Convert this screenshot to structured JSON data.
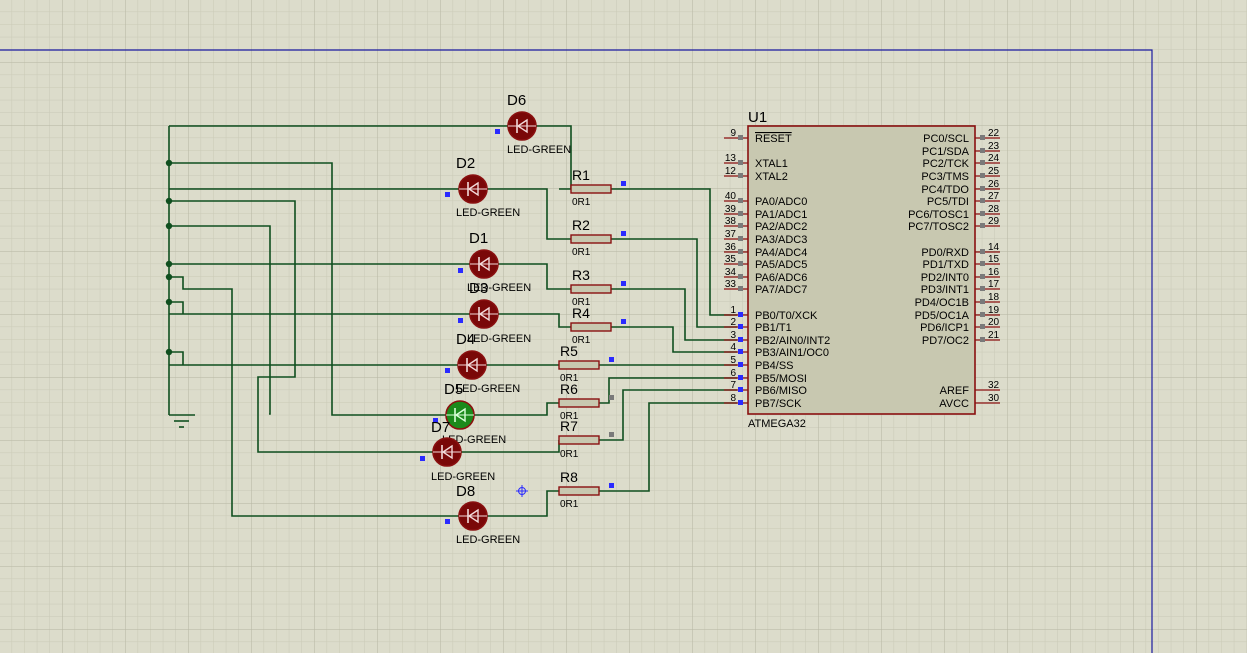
{
  "colors": {
    "background": "#dcdccb",
    "grid_minor": "#c9c9b6",
    "grid_major": "#b5b5a2",
    "wire": "#0f4f1f",
    "part_outline": "#8a1010",
    "chip_fill": "#c8c8b0",
    "led_off": "#7a0808",
    "led_on": "#1b8a1b",
    "marker": "#2a2aff",
    "sheet_border": "#1a1aa0"
  },
  "mcu": {
    "ref": "U1",
    "part": "ATMEGA32",
    "left_pins": [
      {
        "num": "9",
        "name": "RESET",
        "overline": true
      },
      {
        "num": "13",
        "name": "XTAL1"
      },
      {
        "num": "12",
        "name": "XTAL2"
      },
      {
        "num": "40",
        "name": "PA0/ADC0"
      },
      {
        "num": "39",
        "name": "PA1/ADC1"
      },
      {
        "num": "38",
        "name": "PA2/ADC2"
      },
      {
        "num": "37",
        "name": "PA3/ADC3"
      },
      {
        "num": "36",
        "name": "PA4/ADC4"
      },
      {
        "num": "35",
        "name": "PA5/ADC5"
      },
      {
        "num": "34",
        "name": "PA6/ADC6"
      },
      {
        "num": "33",
        "name": "PA7/ADC7"
      },
      {
        "num": "1",
        "name": "PB0/T0/XCK"
      },
      {
        "num": "2",
        "name": "PB1/T1"
      },
      {
        "num": "3",
        "name": "PB2/AIN0/INT2"
      },
      {
        "num": "4",
        "name": "PB3/AIN1/OC0"
      },
      {
        "num": "5",
        "name": "PB4/SS"
      },
      {
        "num": "6",
        "name": "PB5/MOSI"
      },
      {
        "num": "7",
        "name": "PB6/MISO"
      },
      {
        "num": "8",
        "name": "PB7/SCK"
      }
    ],
    "right_pins": [
      {
        "num": "22",
        "name": "PC0/SCL"
      },
      {
        "num": "23",
        "name": "PC1/SDA"
      },
      {
        "num": "24",
        "name": "PC2/TCK"
      },
      {
        "num": "25",
        "name": "PC3/TMS"
      },
      {
        "num": "26",
        "name": "PC4/TDO"
      },
      {
        "num": "27",
        "name": "PC5/TDI"
      },
      {
        "num": "28",
        "name": "PC6/TOSC1"
      },
      {
        "num": "29",
        "name": "PC7/TOSC2"
      },
      {
        "num": "14",
        "name": "PD0/RXD"
      },
      {
        "num": "15",
        "name": "PD1/TXD"
      },
      {
        "num": "16",
        "name": "PD2/INT0"
      },
      {
        "num": "17",
        "name": "PD3/INT1"
      },
      {
        "num": "18",
        "name": "PD4/OC1B"
      },
      {
        "num": "19",
        "name": "PD5/OC1A"
      },
      {
        "num": "20",
        "name": "PD6/ICP1"
      },
      {
        "num": "21",
        "name": "PD7/OC2"
      },
      {
        "num": "32",
        "name": "AREF"
      },
      {
        "num": "30",
        "name": "AVCC"
      }
    ]
  },
  "resistors": [
    {
      "ref": "R1",
      "value": "0R1"
    },
    {
      "ref": "R2",
      "value": "0R1"
    },
    {
      "ref": "R3",
      "value": "0R1"
    },
    {
      "ref": "R4",
      "value": "0R1"
    },
    {
      "ref": "R5",
      "value": "0R1"
    },
    {
      "ref": "R6",
      "value": "0R1"
    },
    {
      "ref": "R7",
      "value": "0R1"
    },
    {
      "ref": "R8",
      "value": "0R1"
    }
  ],
  "leds": [
    {
      "ref": "D6",
      "type": "LED-GREEN",
      "lit": false
    },
    {
      "ref": "D2",
      "type": "LED-GREEN",
      "lit": false
    },
    {
      "ref": "D1",
      "type": "LED-GREEN",
      "lit": false
    },
    {
      "ref": "D3",
      "type": "LED-GREEN",
      "lit": false
    },
    {
      "ref": "D4",
      "type": "LED-GREEN",
      "lit": false
    },
    {
      "ref": "D5",
      "type": "LED-GREEN",
      "lit": true
    },
    {
      "ref": "D7",
      "type": "LED-GREEN",
      "lit": false
    },
    {
      "ref": "D8",
      "type": "LED-GREEN",
      "lit": false
    }
  ]
}
